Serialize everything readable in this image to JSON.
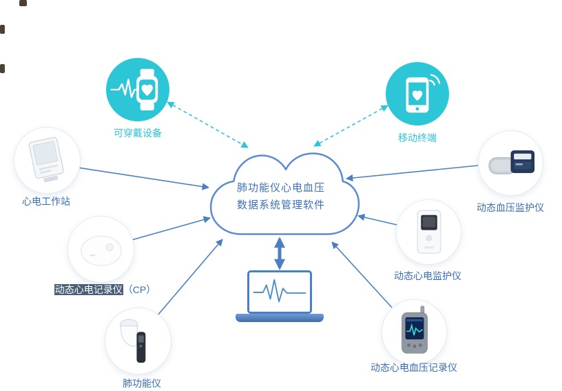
{
  "cloud": {
    "title_line1": "肺功能仪心电血压",
    "title_line2": "数据系统管理软件"
  },
  "nodes": {
    "wearable": {
      "label": "可穿戴设备"
    },
    "mobile": {
      "label": "移动终端"
    },
    "ecg_workstation": {
      "label": "心电工作站"
    },
    "cp_recorder": {
      "label_main": "动态心电记录仪",
      "label_suffix": "（CP）"
    },
    "spirometer": {
      "label": "肺功能仪"
    },
    "abp_monitor": {
      "label": "动态血压监护仪"
    },
    "holter_monitor": {
      "label": "动态心电监护仪"
    },
    "ecg_bp_recorder": {
      "label": "动态心电血压记录仪"
    }
  },
  "icons": {
    "wearable": "smartwatch-icon",
    "mobile": "smartphone-icon",
    "center": "cloud-icon",
    "client": "laptop-ecg-icon"
  },
  "colors": {
    "accent_cyan": "#2cc6d6",
    "accent_blue": "#4a7fc1",
    "label_blue": "#3a6db3",
    "cloud_border": "#5b8bd0",
    "highlight_bg": "#4a6076"
  }
}
